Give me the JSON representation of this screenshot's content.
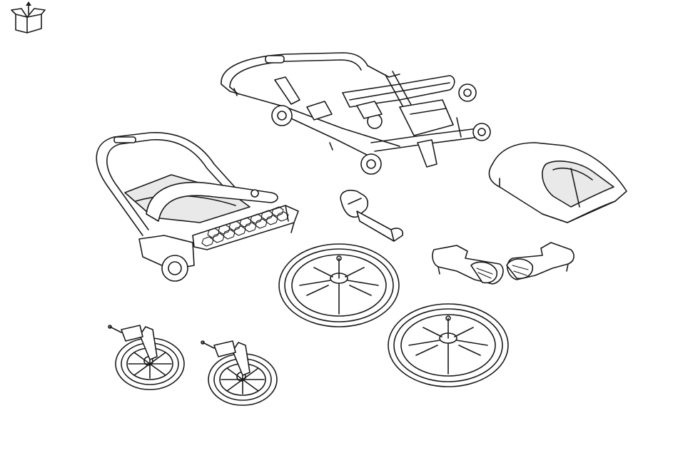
{
  "diagram": {
    "background": "#ffffff",
    "line_color": "#1a1a1a",
    "icons": [
      "unboxing-icon",
      "stroller-frame",
      "stroller-seat",
      "canopy",
      "handle-adapter",
      "car-seat-adapter-left",
      "car-seat-adapter-right",
      "rear-wheel",
      "front-wheel"
    ],
    "counts": {
      "rear_wheels": 2,
      "front_wheels": 2
    }
  }
}
